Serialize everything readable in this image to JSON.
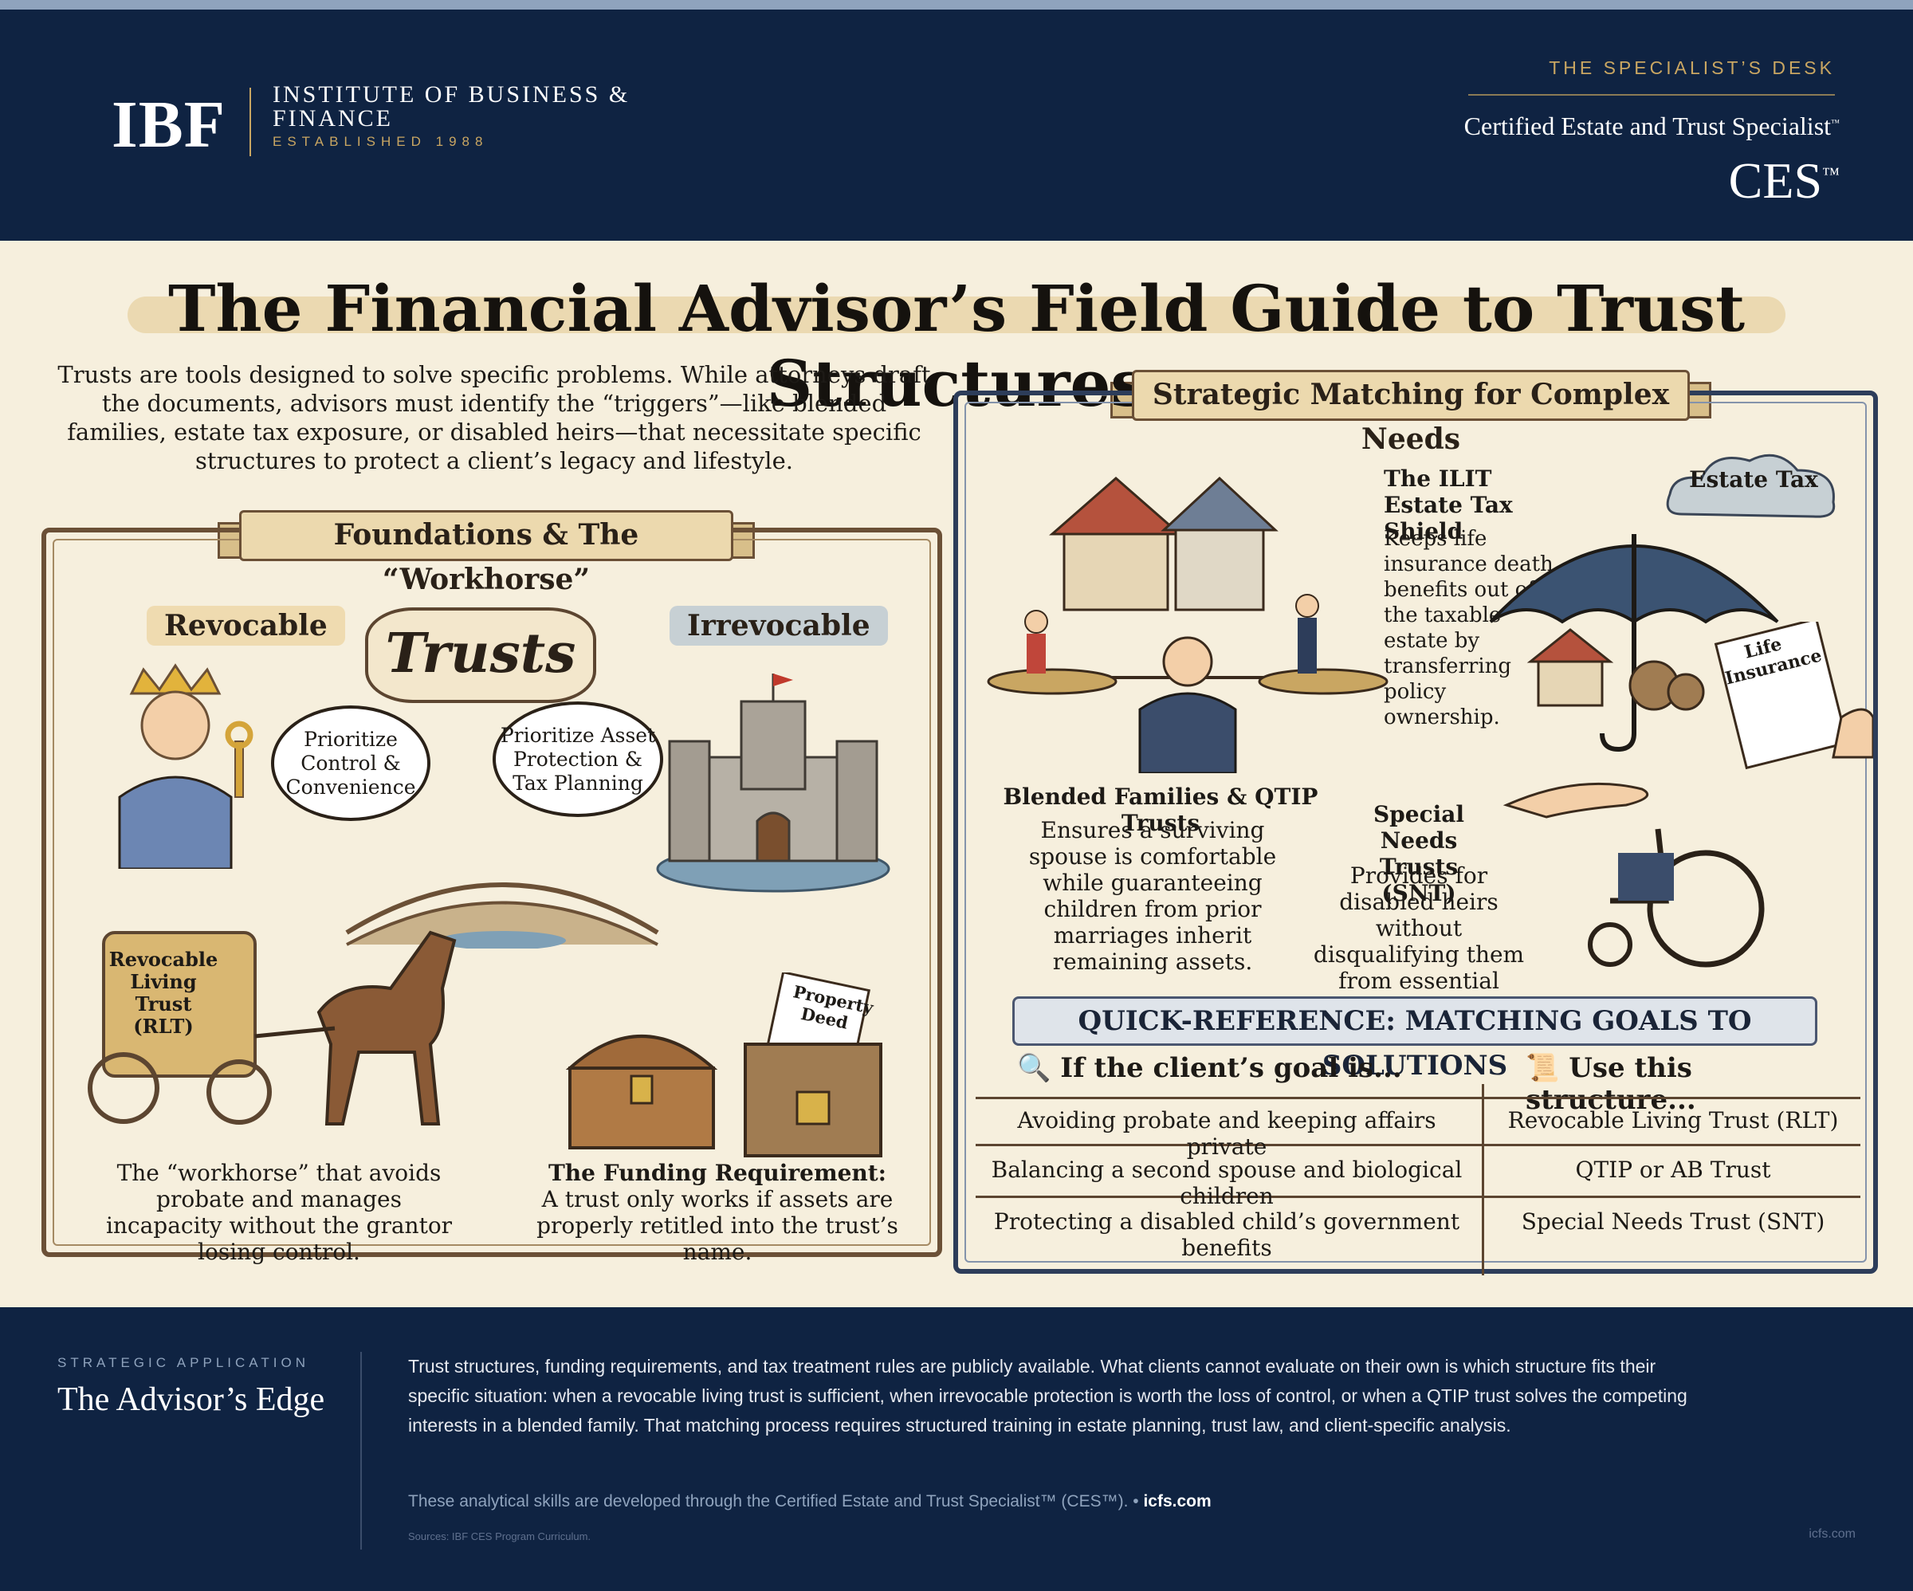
{
  "header": {
    "logo_mark": "IBF",
    "logo_name": "INSTITUTE OF BUSINESS & FINANCE",
    "logo_established": "ESTABLISHED 1988",
    "desk_label": "THE SPECIALIST’S DESK",
    "cert_name": "Certified Estate and Trust Specialist",
    "cert_mark": "™",
    "cert_abbrev": "CES",
    "cert_abbrev_mark": "™"
  },
  "main_title": "The Financial Advisor’s Field Guide to Trust Structures",
  "intro": "Trusts are tools designed to solve specific problems. While attorneys draft the documents, advisors must identify the “triggers”—like blended families, estate tax exposure, or disabled heirs—that necessitate specific structures to protect a client’s legacy and lifestyle.",
  "left_panel": {
    "banner": "Foundations & The “Workhorse”",
    "revocable_tag": "Revocable",
    "irrevocable_tag": "Irrevocable",
    "trusts_title": "Trusts",
    "revocable_bubble": "Prioritize Control & Convenience",
    "irrevocable_bubble": "Prioritize Asset Protection & Tax Planning",
    "carriage_label": "Revocable Living Trust (RLT)",
    "deed_label": "Property Deed",
    "workhorse_caption": "The “workhorse” that avoids probate and manages incapacity without the grantor losing control.",
    "funding_title": "The Funding Requirement:",
    "funding_caption": "A trust only works if assets are properly retitled into the trust’s name."
  },
  "right_panel": {
    "banner": "Strategic Matching for Complex Needs",
    "ilit_title": "The ILIT Estate Tax Shield",
    "ilit_body": "Keeps life insurance death benefits out of the taxable estate by transferring policy ownership.",
    "cloud_label": "Estate Tax",
    "insurance_label": "Life Insurance",
    "blended_title": "Blended Families & QTIP Trusts",
    "blended_body": "Ensures a surviving spouse is comfortable while guaranteeing children from prior marriages inherit remaining assets.",
    "snt_title": "Special Needs Trusts (SNT)",
    "snt_body": "Provides for disabled heirs without disqualifying them from essential government benefits."
  },
  "quick_reference": {
    "banner": "QUICK-REFERENCE: MATCHING GOALS TO SOLUTIONS",
    "goal_header": "If the client’s goal is...",
    "structure_header": "Use this structure...",
    "rows": [
      {
        "goal": "Avoiding probate and keeping affairs private",
        "structure": "Revocable Living Trust (RLT)"
      },
      {
        "goal": "Balancing a second spouse and biological children",
        "structure": "QTIP or AB Trust"
      },
      {
        "goal": "Protecting a disabled child’s government benefits",
        "structure": "Special Needs Trust (SNT)"
      }
    ]
  },
  "footer": {
    "kicker": "STRATEGIC APPLICATION",
    "title": "The Advisor’s Edge",
    "body": "Trust structures, funding requirements, and tax treatment rules are publicly available. What clients cannot evaluate on their own is which structure fits their specific situation: when a revocable living trust is sufficient, when irrevocable protection is worth the loss of control, or when a QTIP trust solves the competing interests in a blended family. That matching process requires structured training in estate planning, trust law, and client-specific analysis.",
    "note": "These analytical skills are developed through the Certified Estate and Trust Specialist™ (CES™). •",
    "note_link": "icfs.com",
    "sources": "Sources: IBF CES Program Curriculum.",
    "url": "icfs.com"
  },
  "colors": {
    "navy": "#0f2342",
    "gold": "#c9a662",
    "parchment": "#f6efdd",
    "brown_frame": "#6b5036",
    "slate_frame": "#2d3d5a"
  }
}
